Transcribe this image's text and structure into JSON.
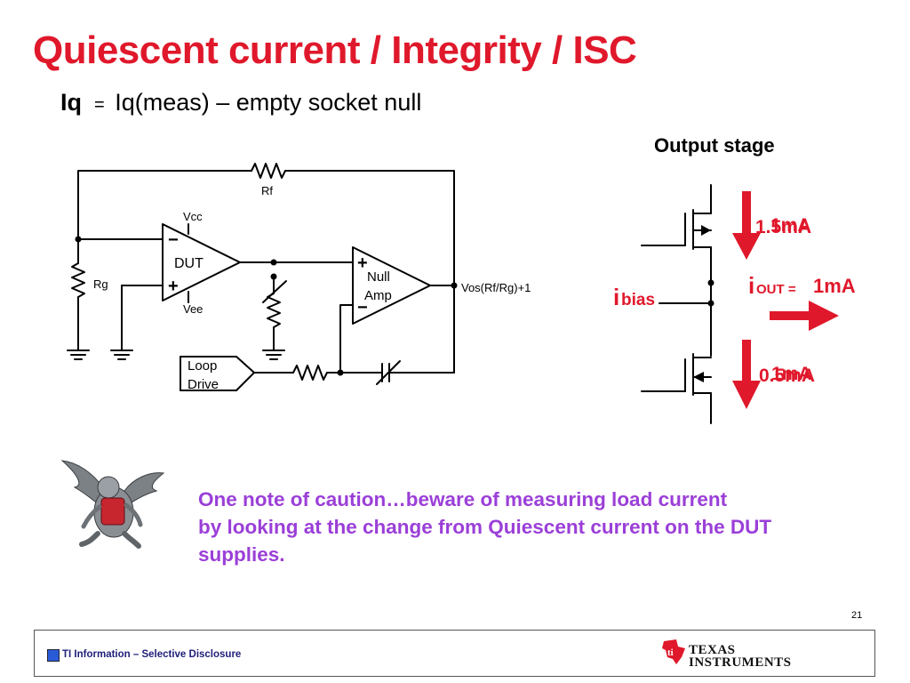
{
  "title": "Quiescent current / Integrity / ISC",
  "equation": {
    "lhs": "Iq",
    "equals": "=",
    "rhs": "Iq(meas) – empty socket null"
  },
  "circuit": {
    "rf": "Rf",
    "rg": "Rg",
    "vcc": "Vcc",
    "vee": "Vee",
    "dut": "DUT",
    "minus": "−",
    "plus": "+",
    "null_amp_line1": "Null",
    "null_amp_line2": "Amp",
    "vos": "Vos(Rf/Rg)+1",
    "loop_drive_line1": "Loop",
    "loop_drive_line2": "Drive"
  },
  "output_stage": {
    "heading": "Output stage",
    "top_current_a": "1.5mA",
    "top_current_b": "1mA",
    "i_out_i": "i",
    "i_out_sub": "OUT =",
    "i_out_val": "1mA",
    "i_bias_i": "i",
    "i_bias_sub": "bias",
    "bottom_current_a": "0.5mA",
    "bottom_current_b": "1mA"
  },
  "caution": {
    "line1": "One note of caution…beware of measuring load current",
    "line2": "by looking at the change from Quiescent current on the DUT",
    "line3": "supplies."
  },
  "page_number": "21",
  "footer": {
    "disclosure": "TI Information – Selective Disclosure",
    "logo_line1": "TEXAS",
    "logo_line2": "INSTRUMENTS"
  },
  "colors": {
    "title": "#e0182b",
    "caution": "#9b3fd8",
    "current_red": "#e0182b"
  }
}
